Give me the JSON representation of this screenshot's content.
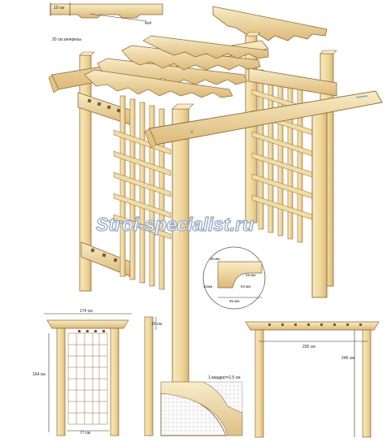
{
  "labels": {
    "top_width": "10 см",
    "top_board": "4х4",
    "notches": "20 см зачерезы",
    "watermark": "Stroi-specialist.ru",
    "detail_38": "38 мм",
    "detail_25": "25 мм",
    "detail_31": "31мм",
    "detail_63": "63 мм",
    "detail_95": "95 мм",
    "side_width": "174 см",
    "side_height": "164 см",
    "side_inner": "77 см",
    "post_width": "10 см",
    "grid_scale": "1 квадрат=2,5 см",
    "front_width": "230 см",
    "front_height": "245 см"
  },
  "colors": {
    "wood_light": "#f4e3b0",
    "wood_mid": "#e9cf8a",
    "wood_dark": "#cfa968",
    "outline": "#8a6a3a",
    "dim_line": "#333333",
    "watermark": "#8fa3c4"
  }
}
